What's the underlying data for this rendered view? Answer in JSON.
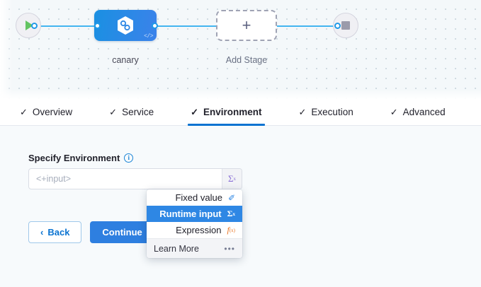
{
  "pipeline": {
    "start_node": {
      "icon": "play-icon",
      "name": "start-node"
    },
    "end_node": {
      "icon": "stop-icon",
      "name": "end-node"
    },
    "stages": [
      {
        "label": "canary",
        "icon": "harness-hexagon-icon",
        "badge": "</>"
      },
      {
        "label": "Add Stage",
        "icon": "plus-icon"
      }
    ]
  },
  "tabs": [
    {
      "label": "Overview",
      "check": "✓",
      "active": false
    },
    {
      "label": "Service",
      "check": "✓",
      "active": false
    },
    {
      "label": "Environment",
      "check": "✓",
      "active": true
    },
    {
      "label": "Execution",
      "check": "✓",
      "active": false
    },
    {
      "label": "Advanced",
      "check": "✓",
      "active": false
    }
  ],
  "form": {
    "field_label": "Specify Environment",
    "info_icon_glyph": "i",
    "input_value": "",
    "input_placeholder": "<+input>",
    "sigma_button_label": "Σ",
    "sigma_button_sup": "x"
  },
  "buttons": {
    "back_label": "Back",
    "back_chevron": "‹",
    "continue_label": "Continue"
  },
  "dropdown": {
    "items": [
      {
        "label": "Fixed value",
        "icon": "pushpin-icon",
        "glyph": "✐",
        "selected": false
      },
      {
        "label": "Runtime input",
        "icon": "sigma-x-icon",
        "glyph": "Σ",
        "sup": "x",
        "selected": true
      },
      {
        "label": "Expression",
        "icon": "function-fx-icon",
        "glyph": "f",
        "sub": "(x)",
        "selected": false
      }
    ],
    "footer_label": "Learn More",
    "footer_icon": "ellipsis-icon",
    "footer_glyph": "•••"
  },
  "colors": {
    "accent_blue": "#2e87e4",
    "tab_underline": "#0a73d1",
    "edge_blue": "#43b5f0",
    "sigma_purple": "#8a6fd6",
    "expression_orange": "#e8721f",
    "play_green": "#63c462",
    "stop_gray": "#9b9bab",
    "canvas_bg": "#f4f8fa",
    "panel_bg": "#f7fafc"
  }
}
